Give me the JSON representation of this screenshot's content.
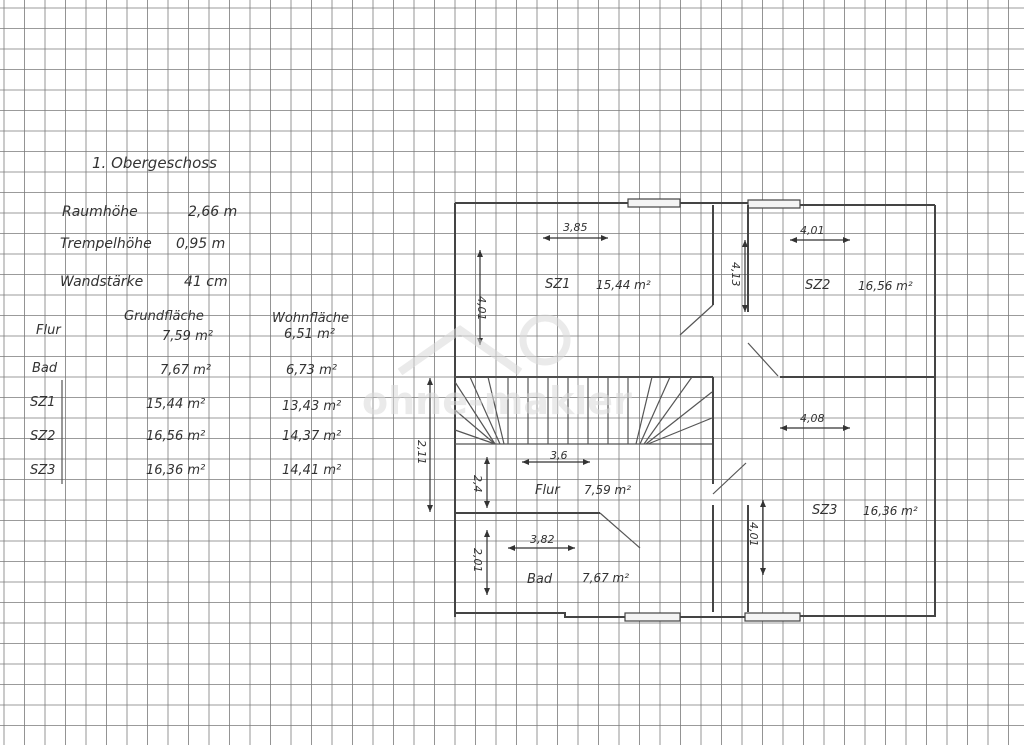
{
  "heading": "1. Obergeschoss",
  "specs": [
    {
      "label": "Raumhöhe",
      "value": "2,66 m"
    },
    {
      "label": "Trempelhöhe",
      "value": "0,95 m"
    },
    {
      "label": "Wandstärke",
      "value": "41 cm"
    }
  ],
  "table": {
    "headers": [
      "Grundfläche",
      "Wohnfläche"
    ],
    "rows": [
      {
        "room": "Flur",
        "grund": "7,59 m²",
        "wohn": "6,51 m²"
      },
      {
        "room": "Bad",
        "grund": "7,67 m²",
        "wohn": "6,73 m²"
      },
      {
        "room": "SZ1",
        "grund": "15,44 m²",
        "wohn": "13,43 m²"
      },
      {
        "room": "SZ2",
        "grund": "16,56 m²",
        "wohn": "14,37 m²"
      },
      {
        "room": "SZ3",
        "grund": "16,36 m²",
        "wohn": "14,41 m²"
      }
    ]
  },
  "plan": {
    "rooms": [
      {
        "name": "SZ1",
        "area": "15,44 m²"
      },
      {
        "name": "SZ2",
        "area": "16,56 m²"
      },
      {
        "name": "SZ3",
        "area": "16,36 m²"
      },
      {
        "name": "Flur",
        "area": "7,59 m²"
      },
      {
        "name": "Bad",
        "area": "7,67 m²"
      }
    ],
    "dims": {
      "sz1_w": "3,85",
      "sz1_h": "4,01",
      "sz2_w": "4,01",
      "sz2_h": "4,13",
      "sz3_w": "4,08",
      "sz3_h": "4,01",
      "stair_h": "2,11",
      "flur_w": "3,6",
      "flur_h": "2,4",
      "bad_w": "3,82",
      "bad_h": "2,01"
    }
  },
  "watermark": "ohne-makler"
}
